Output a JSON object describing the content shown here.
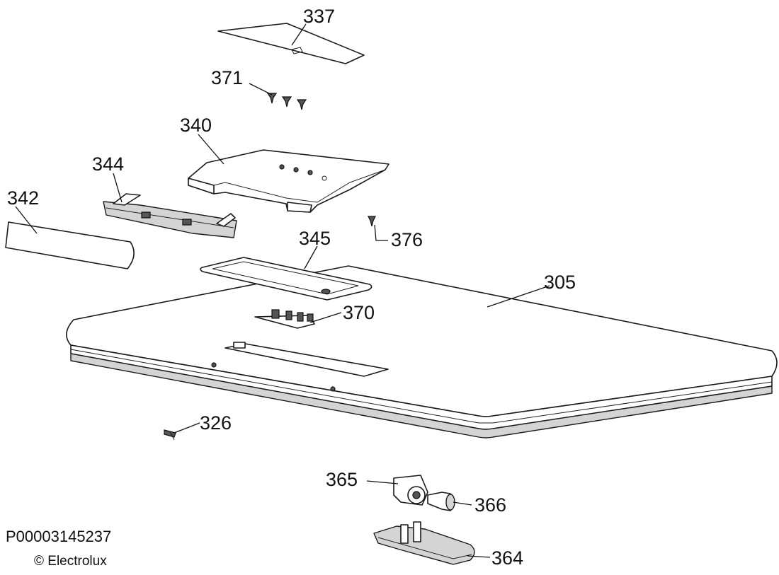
{
  "document_id": "P00003145237",
  "copyright": "© Electrolux",
  "parts": [
    {
      "id": "p337",
      "number": "337"
    },
    {
      "id": "p371",
      "number": "371"
    },
    {
      "id": "p340",
      "number": "340"
    },
    {
      "id": "p344",
      "number": "344"
    },
    {
      "id": "p342",
      "number": "342"
    },
    {
      "id": "p345",
      "number": "345"
    },
    {
      "id": "p376",
      "number": "376"
    },
    {
      "id": "p305",
      "number": "305"
    },
    {
      "id": "p370",
      "number": "370"
    },
    {
      "id": "p326",
      "number": "326"
    },
    {
      "id": "p365",
      "number": "365"
    },
    {
      "id": "p366",
      "number": "366"
    },
    {
      "id": "p364",
      "number": "364"
    }
  ]
}
